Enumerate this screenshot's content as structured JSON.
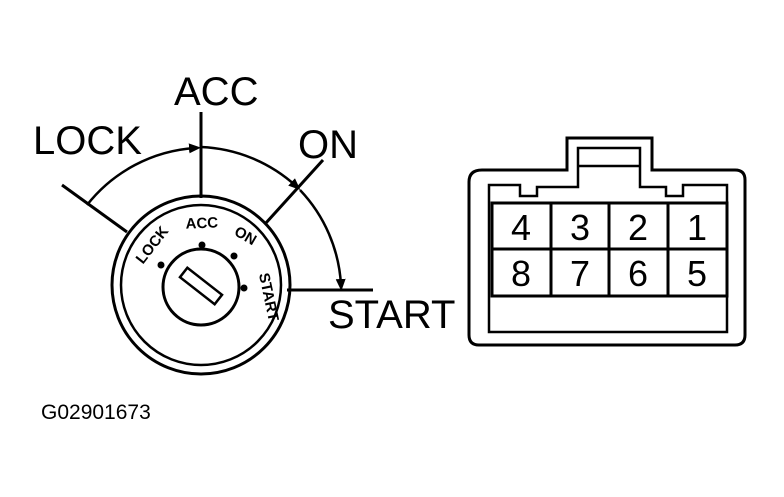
{
  "switch": {
    "positions": {
      "lock": "LOCK",
      "acc": "ACC",
      "on": "ON",
      "start": "START"
    },
    "ring_labels": {
      "lock": "LOCK",
      "acc": "ACC",
      "on": "ON",
      "start": "START"
    }
  },
  "connector": {
    "top_row": [
      "4",
      "3",
      "2",
      "1"
    ],
    "bottom_row": [
      "8",
      "7",
      "6",
      "5"
    ]
  },
  "figure_code": "G02901673",
  "colors": {
    "ink": "#000000",
    "background": "#ffffff"
  }
}
